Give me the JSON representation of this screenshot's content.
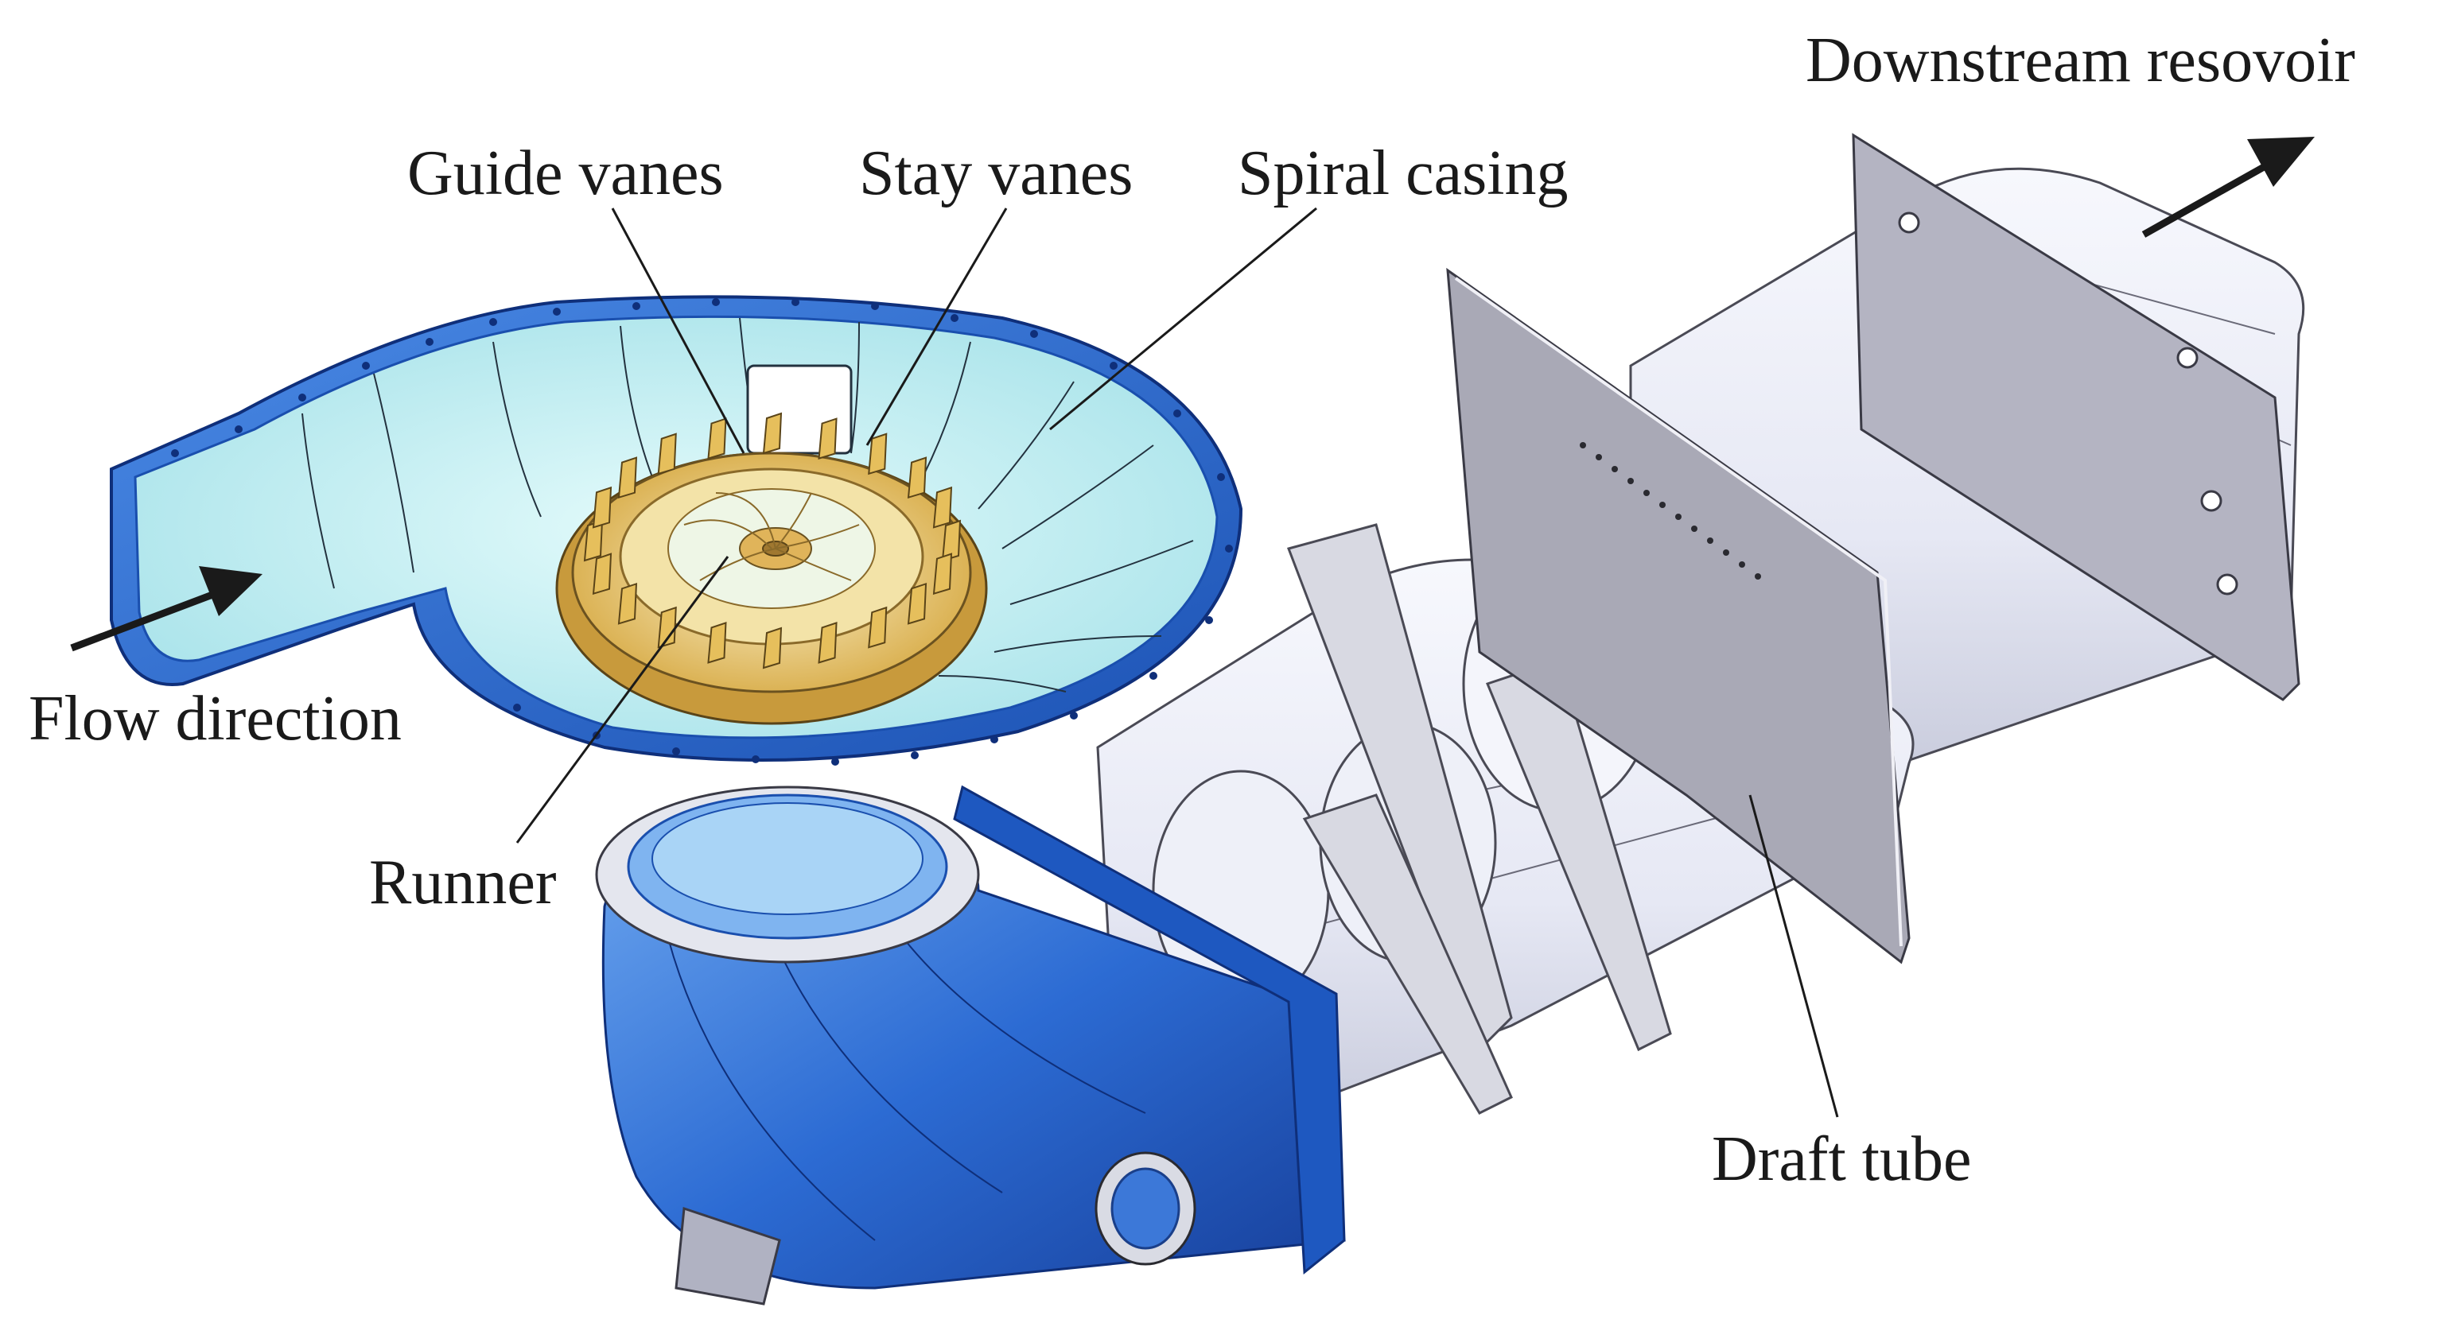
{
  "labels": {
    "downstream_reservoir": "Downstream resovoir",
    "guide_vanes": "Guide vanes",
    "stay_vanes": "Stay vanes",
    "spiral_casing": "Spiral casing",
    "flow_direction": "Flow direction",
    "runner": "Runner",
    "draft_tube": "Draft tube"
  },
  "colors": {
    "casing_blue": "#2f6fd6",
    "casing_dark": "#1a4fae",
    "casing_inner": "#c8f0f2",
    "runner_gold": "#e8c56a",
    "runner_light": "#f3e3a8",
    "tube_white": "#eceef8",
    "tube_shade": "#c9ccdc",
    "plate_gray": "#a9a9b6",
    "arrow": "#1a1a1a"
  }
}
